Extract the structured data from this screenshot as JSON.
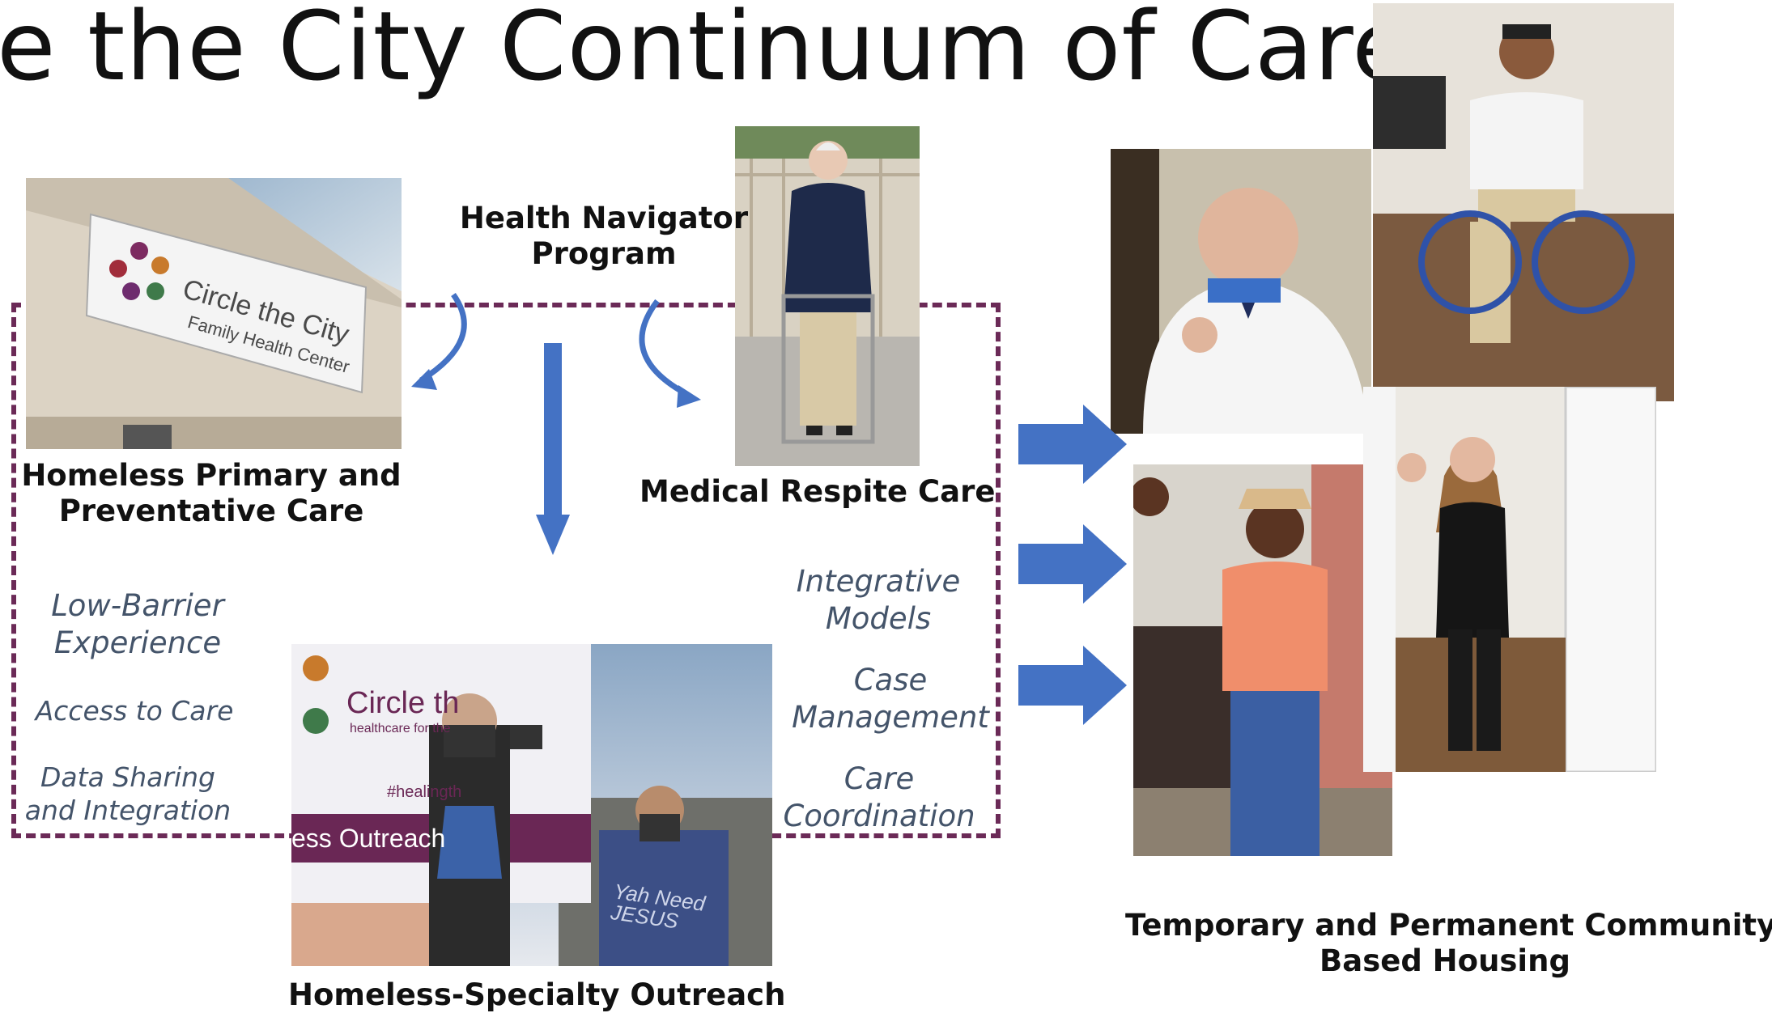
{
  "title": "e the City Continuum of Care",
  "colors": {
    "frame": "#6b2a57",
    "arrow": "#4472c4",
    "italic_text": "#44546a"
  },
  "labels": {
    "health_navigator": "Health Navigator\nProgram",
    "primary_care": "Homeless Primary and\nPreventative Care",
    "respite_care": "Medical Respite Care",
    "outreach": "Homeless-Specialty Outreach",
    "housing": "Temporary and Permanent Community-\nBased Housing"
  },
  "left_features": [
    "Low-Barrier\nExperience",
    "Access to Care",
    "Data Sharing\nand Integration"
  ],
  "right_features": [
    "Integrative\nModels",
    "Case\nManagement",
    "Care\nCoordination"
  ],
  "clinic_sign": {
    "line1": "Circle the City",
    "line2": "Family Health Center"
  },
  "van_sign": {
    "line1": "Circle th",
    "line2": "healthcare for the",
    "hashtag": "#healingth",
    "side": "ess Outreach"
  },
  "shirt_text": "Yah Need\nJESUS",
  "icons": [
    "curved-arrow-left-icon",
    "curved-arrow-right-icon",
    "down-arrow-icon",
    "right-arrow-icon"
  ]
}
